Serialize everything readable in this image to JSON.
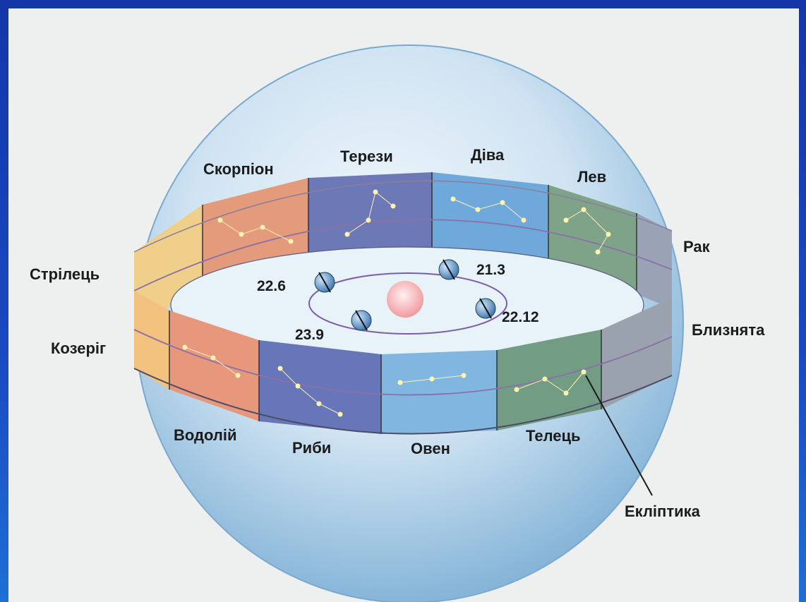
{
  "diagram": {
    "constellations_back": [
      "Скорпіон",
      "Терези",
      "Діва",
      "Лев"
    ],
    "constellations_side": [
      "Стрілець",
      "Козеріг",
      "Рак",
      "Близнята"
    ],
    "constellations_front": [
      "Водолій",
      "Риби",
      "Овен",
      "Телець"
    ],
    "ecliptic_label": "Екліптика",
    "earth_dates": [
      "22.6",
      "21.3",
      "23.9",
      "22.12"
    ]
  }
}
